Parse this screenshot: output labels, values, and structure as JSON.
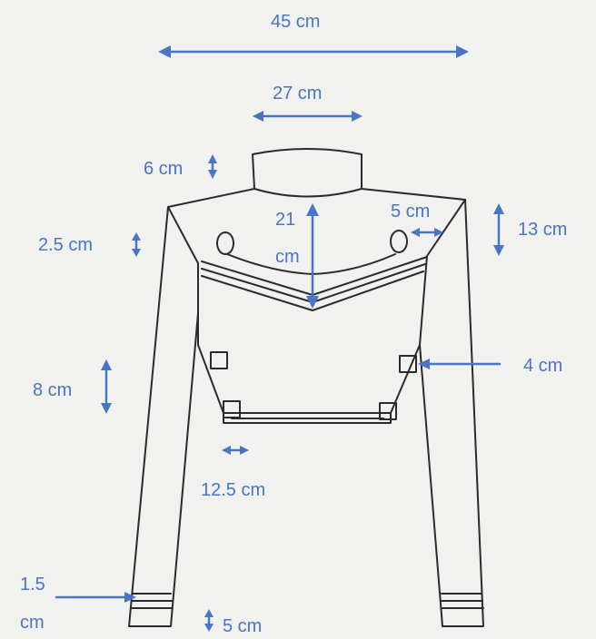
{
  "diagram": {
    "colors": {
      "annotation": "#4a74c4",
      "sketch": "#2b2b2b",
      "paper": "#f1f1ef"
    },
    "labels": {
      "total_width": "45 cm",
      "collar_width": "27 cm",
      "collar_height": "6 cm",
      "yoke_depth": "2.5 cm",
      "center_front_top": "21",
      "center_front_bottom": "cm",
      "shoulder_top": "5 cm",
      "armhole_depth": "13 cm",
      "tab_width": "4 cm",
      "side_panel": "8 cm",
      "waist_tab": "12.5 cm",
      "cuff_top": "1.5",
      "cuff_bottom": "cm",
      "cuff_height": "5 cm"
    }
  }
}
